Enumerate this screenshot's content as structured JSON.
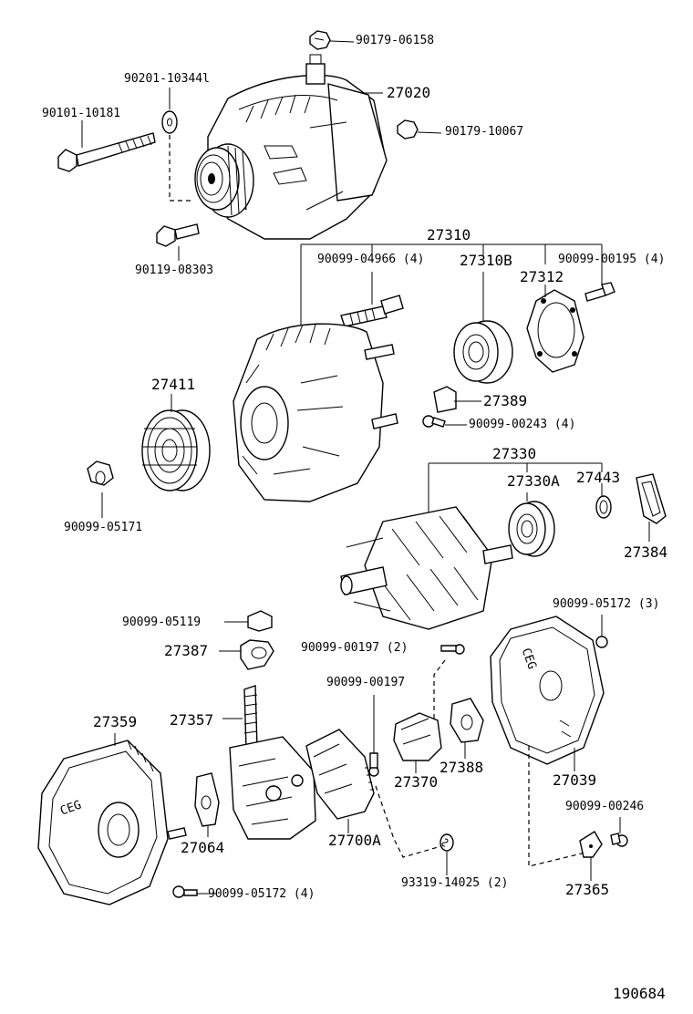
{
  "labels": {
    "p90179_06158": "90179-06158",
    "p90201_10344": "90201-10344l",
    "p27020": "27020",
    "p90101_10181": "90101-10181",
    "p90179_10067": "90179-10067",
    "p90119_08303": "90119-08303",
    "p27310": "27310",
    "p90099_04966": "90099-04966 (4)",
    "p27310B": "27310B",
    "p90099_00195": "90099-00195 (4)",
    "p27312": "27312",
    "p27411": "27411",
    "p27389": "27389",
    "p90099_00243": "90099-00243 (4)",
    "p27330": "27330",
    "p27330A": "27330A",
    "p27443": "27443",
    "p90099_05171": "90099-05171",
    "p27384": "27384",
    "p90099_05172_3": "90099-05172 (3)",
    "p90099_05119": "90099-05119",
    "p27387": "27387",
    "p90099_00197_2": "90099-00197 (2)",
    "p90099_00197": "90099-00197",
    "p27359": "27359",
    "p27357": "27357",
    "p27388": "27388",
    "p27370": "27370",
    "p27039": "27039",
    "p90099_00246": "90099-00246",
    "p27064": "27064",
    "p27700A": "27700A",
    "p93319_14025": "93319-14025 (2)",
    "p90099_05172_4": "90099-05172 (4)",
    "p27365": "27365",
    "diagram_id": "190684"
  },
  "stamp_text": [
    "CEG",
    "CEG"
  ]
}
